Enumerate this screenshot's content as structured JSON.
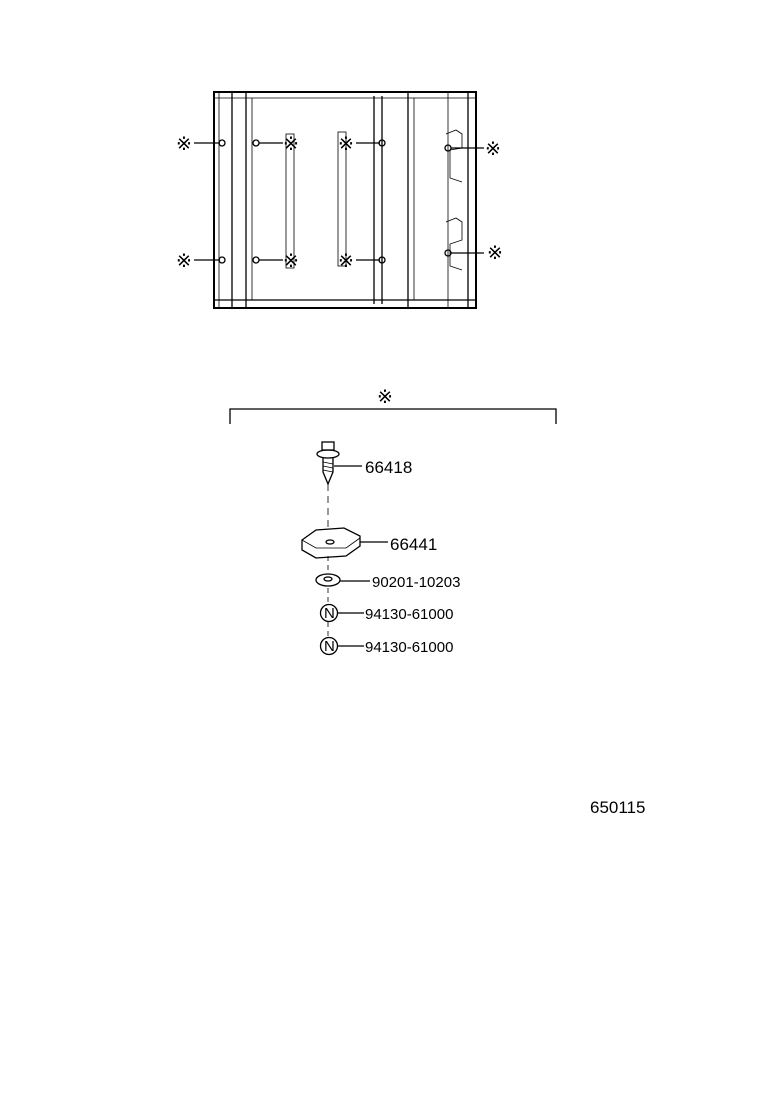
{
  "diagram": {
    "reference_mark": "※",
    "parts": [
      {
        "part_no": "66418"
      },
      {
        "part_no": "66441"
      },
      {
        "part_no": "90201-10203"
      },
      {
        "part_no": "94130-61000",
        "symbol": "N"
      },
      {
        "part_no": "94130-61000",
        "symbol": "N"
      }
    ],
    "figure_number": "650115"
  }
}
